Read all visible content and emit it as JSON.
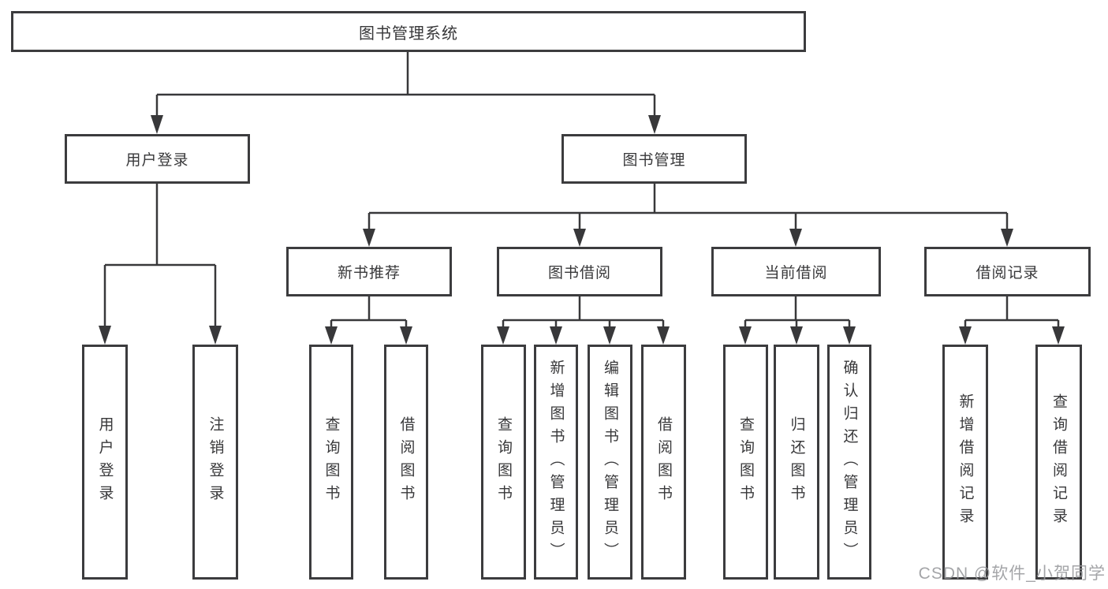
{
  "diagram_title": "图书管理系统",
  "tree": {
    "label": "图书管理系统",
    "children": [
      {
        "label": "用户登录",
        "children": [
          {
            "label": "用户登录"
          },
          {
            "label": "注销登录"
          }
        ]
      },
      {
        "label": "图书管理",
        "children": [
          {
            "label": "新书推荐",
            "children": [
              {
                "label": "查询图书"
              },
              {
                "label": "借阅图书"
              }
            ]
          },
          {
            "label": "图书借阅",
            "children": [
              {
                "label": "查询图书"
              },
              {
                "label": "新增图书（管理员）"
              },
              {
                "label": "编辑图书（管理员）"
              },
              {
                "label": "借阅图书"
              }
            ]
          },
          {
            "label": "当前借阅",
            "children": [
              {
                "label": "查询图书"
              },
              {
                "label": "归还图书"
              },
              {
                "label": "确认归还（管理员）"
              }
            ]
          },
          {
            "label": "借阅记录",
            "children": [
              {
                "label": "新增借阅记录"
              },
              {
                "label": "查询借阅记录"
              }
            ]
          }
        ]
      }
    ]
  },
  "watermark": {
    "text": "CSDN @软件_小贺同学"
  },
  "colors": {
    "box_border": "#3c3c3e",
    "connector": "#38383a",
    "text": "#38383a",
    "watermark": "#97989c",
    "background": "#ffffff"
  }
}
